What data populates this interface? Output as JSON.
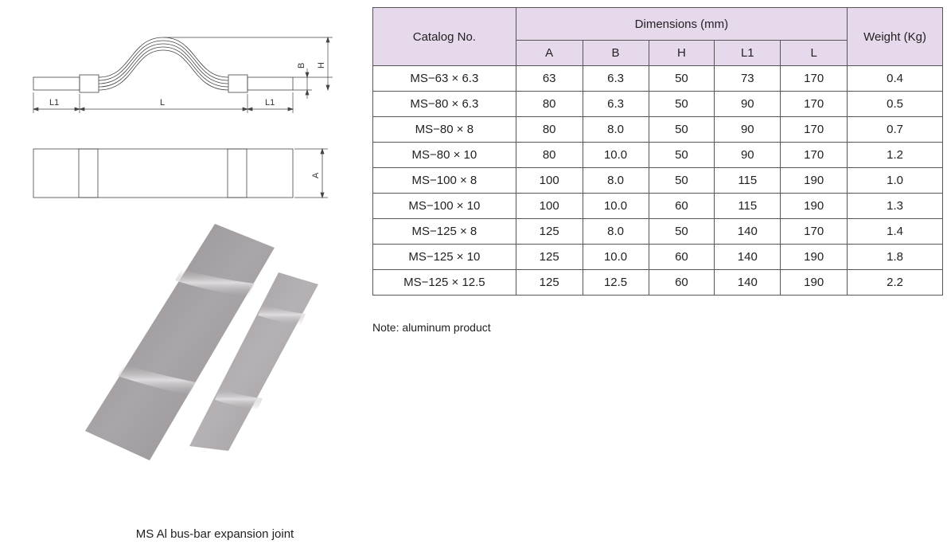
{
  "drawing": {
    "labels": {
      "L1_left": "L1",
      "L": "L",
      "L1_right": "L1",
      "B": "B",
      "H": "H",
      "A": "A"
    }
  },
  "caption": "MS Al bus-bar expansion joint",
  "table": {
    "catalog_header": "Catalog No.",
    "dimensions_header": "Dimensions (mm)",
    "weight_header": "Weight (Kg)",
    "sub_headers": [
      "A",
      "B",
      "H",
      "L1",
      "L"
    ],
    "rows": [
      [
        "MS−63 × 6.3",
        "63",
        "6.3",
        "50",
        "73",
        "170",
        "0.4"
      ],
      [
        "MS−80 × 6.3",
        "80",
        "6.3",
        "50",
        "90",
        "170",
        "0.5"
      ],
      [
        "MS−80 × 8",
        "80",
        "8.0",
        "50",
        "90",
        "170",
        "0.7"
      ],
      [
        "MS−80 × 10",
        "80",
        "10.0",
        "50",
        "90",
        "170",
        "1.2"
      ],
      [
        "MS−100 × 8",
        "100",
        "8.0",
        "50",
        "115",
        "190",
        "1.0"
      ],
      [
        "MS−100 × 10",
        "100",
        "10.0",
        "60",
        "115",
        "190",
        "1.3"
      ],
      [
        "MS−125 × 8",
        "125",
        "8.0",
        "50",
        "140",
        "170",
        "1.4"
      ],
      [
        "MS−125 × 10",
        "125",
        "10.0",
        "60",
        "140",
        "190",
        "1.8"
      ],
      [
        "MS−125 × 12.5",
        "125",
        "12.5",
        "60",
        "140",
        "190",
        "2.2"
      ]
    ]
  },
  "note": "Note: aluminum product"
}
